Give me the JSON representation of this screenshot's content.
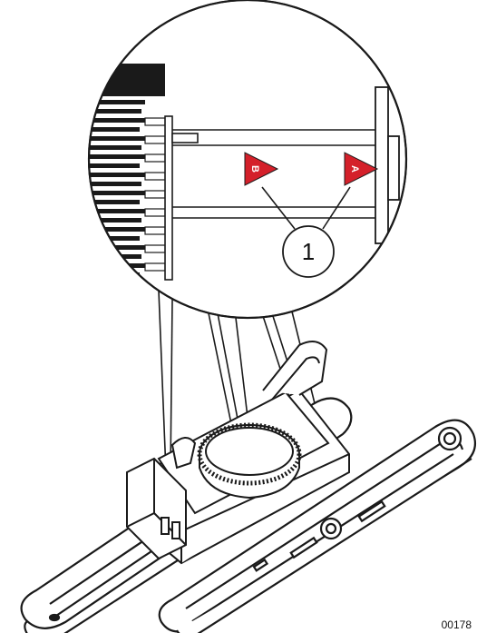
{
  "diagram": {
    "callout_number": "1",
    "marker_a_label": "A",
    "marker_b_label": "B",
    "figure_id": "00178",
    "colors": {
      "line": "#1a1a1a",
      "marker_fill": "#d4202a",
      "background": "#ffffff"
    },
    "icons": [
      "triangle-marker-a",
      "triangle-marker-b",
      "callout-circle",
      "detail-magnifier"
    ]
  }
}
